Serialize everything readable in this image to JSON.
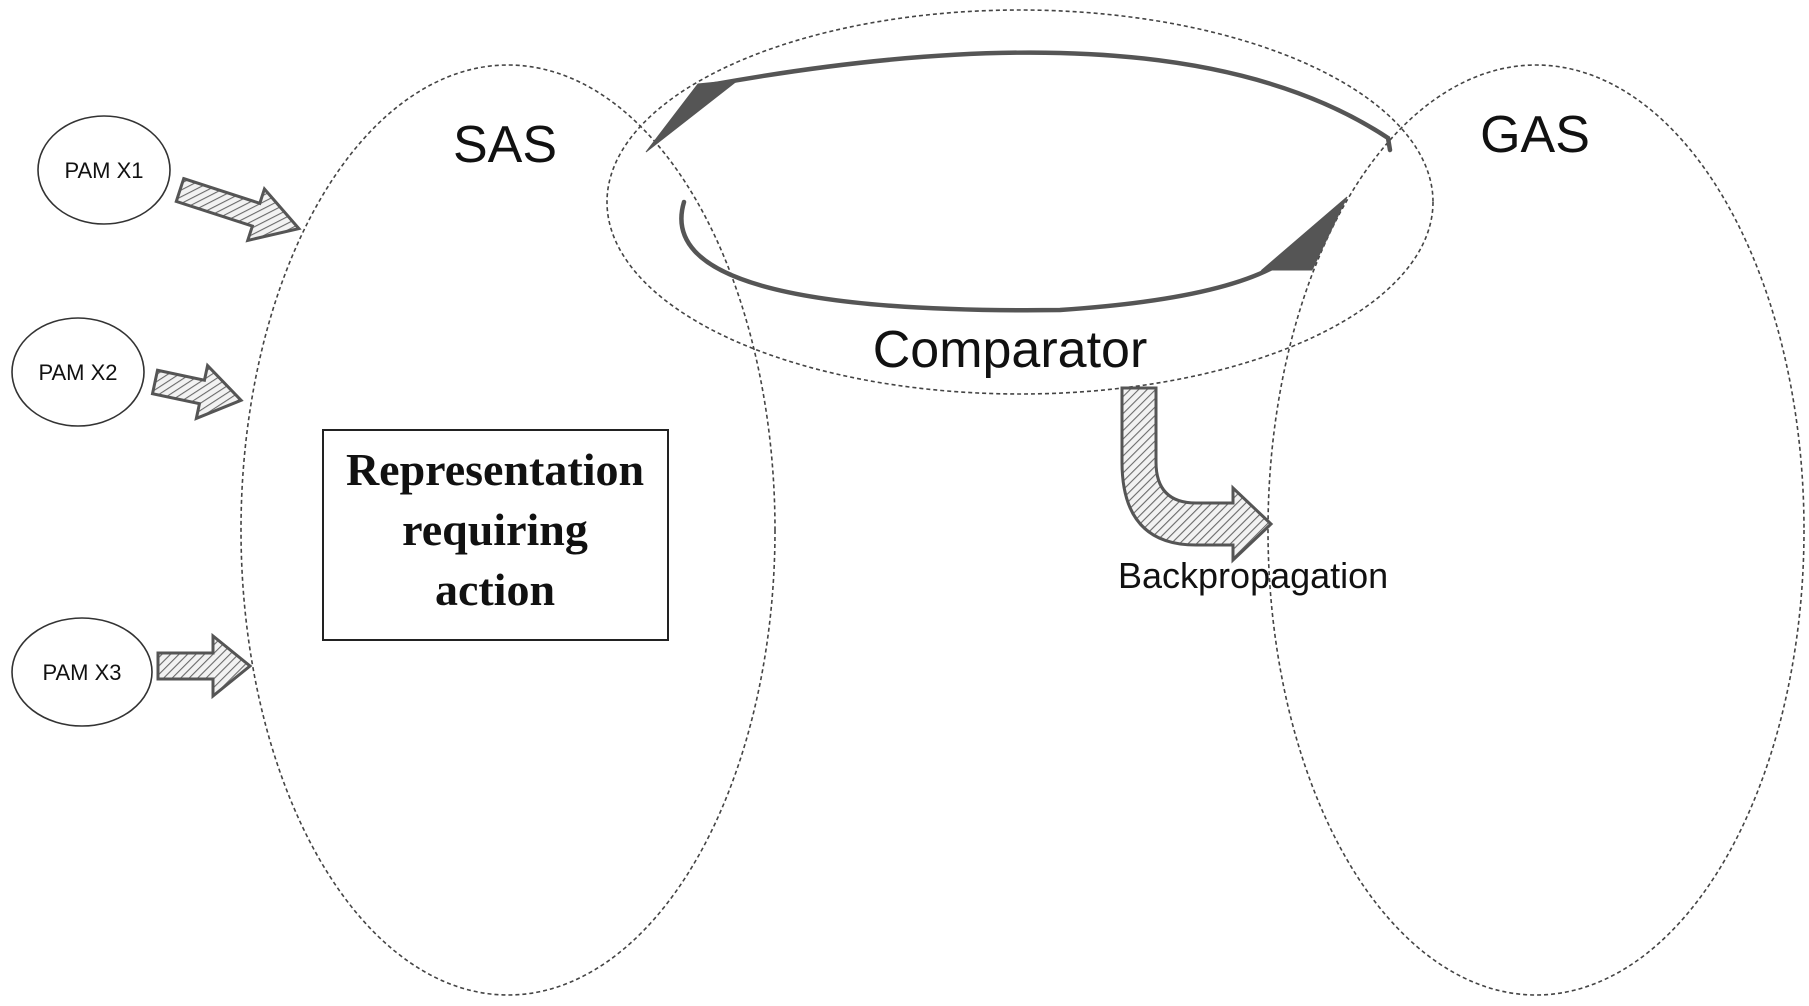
{
  "diagram": {
    "regions": {
      "sas": "SAS",
      "gas": "GAS",
      "comparator": "Comparator"
    },
    "inputs": [
      "PAM X1",
      "PAM X2",
      "PAM X3"
    ],
    "representation_box": {
      "line1": "Representation",
      "line2": "requiring",
      "line3": "action"
    },
    "backpropagation": "Backpropagation"
  }
}
